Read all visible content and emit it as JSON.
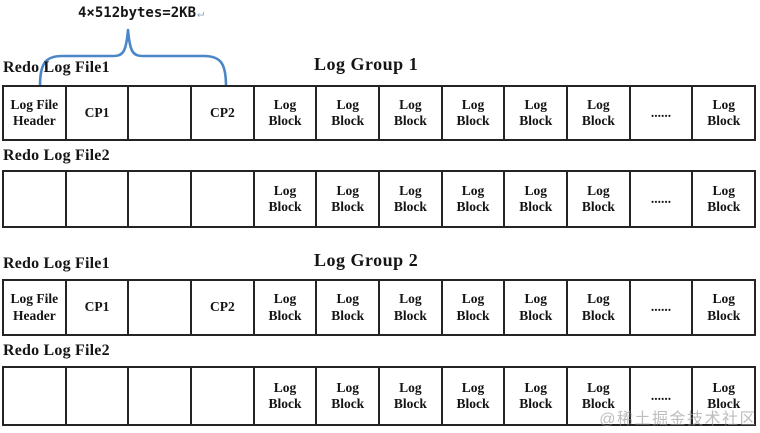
{
  "annotation": {
    "size_label": "4×512bytes=2KB",
    "return_mark": "↵"
  },
  "colors": {
    "brace": "#4a86c8",
    "border": "#242424",
    "text": "#151515",
    "watermark": "#949494"
  },
  "groups": [
    {
      "title": "Log Group 1",
      "files": [
        {
          "label": "Redo Log File1",
          "cells": [
            "Log File Header",
            "CP1",
            "",
            "CP2",
            "Log Block",
            "Log Block",
            "Log Block",
            "Log Block",
            "Log Block",
            "Log Block",
            "......",
            "Log Block"
          ]
        },
        {
          "label": "Redo Log File2",
          "cells": [
            "",
            "",
            "",
            "",
            "Log Block",
            "Log Block",
            "Log Block",
            "Log Block",
            "Log Block",
            "Log Block",
            "......",
            "Log Block"
          ]
        }
      ]
    },
    {
      "title": "Log Group 2",
      "files": [
        {
          "label": "Redo Log File1",
          "cells": [
            "Log File Header",
            "CP1",
            "",
            "CP2",
            "Log Block",
            "Log Block",
            "Log Block",
            "Log Block",
            "Log Block",
            "Log Block",
            "......",
            "Log Block"
          ]
        },
        {
          "label": "Redo Log File2",
          "cells": [
            "",
            "",
            "",
            "",
            "Log Block",
            "Log Block",
            "Log Block",
            "Log Block",
            "Log Block",
            "Log Block",
            "......",
            "Log Block"
          ]
        }
      ]
    }
  ],
  "watermark": "@稀土掘金技术社区"
}
